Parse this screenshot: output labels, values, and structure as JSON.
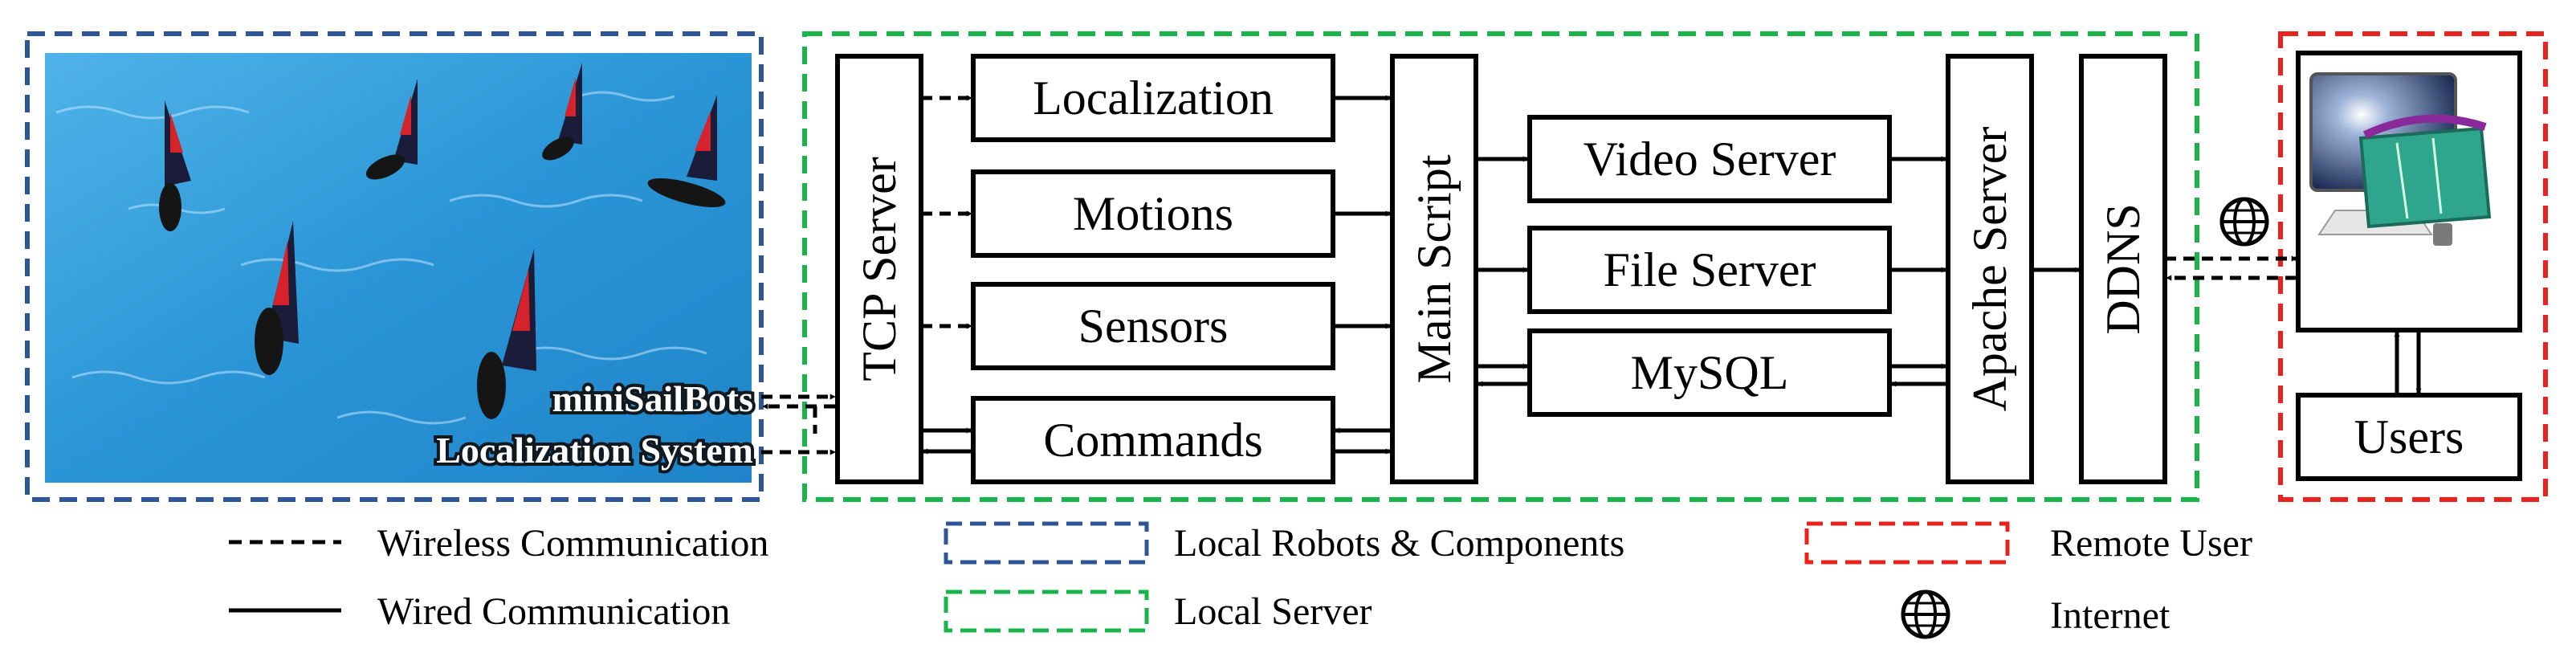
{
  "groups": {
    "local_robots": {
      "color": "#2e5597"
    },
    "local_server": {
      "color": "#19b44a"
    },
    "remote_user": {
      "color": "#e8221e"
    }
  },
  "photo": {
    "robots_label": "miniSailBots",
    "localization_label": "Localization System"
  },
  "nodes": {
    "tcp_server": "TCP Server",
    "localization": "Localization",
    "motions": "Motions",
    "sensors": "Sensors",
    "commands": "Commands",
    "main_script": "Main Script",
    "video_server": "Video Server",
    "file_server": "File Server",
    "mysql": "MySQL",
    "apache_server": "Apache Server",
    "ddns": "DDNS",
    "users": "Users"
  },
  "legend": {
    "wireless": "Wireless Communication",
    "wired": "Wired Communication",
    "local_robots": "Local Robots & Components",
    "local_server": "Local Server",
    "remote_user": "Remote User",
    "internet": "Internet"
  },
  "icons": {
    "internet": "globe-icon",
    "computer": "computer-icon"
  }
}
